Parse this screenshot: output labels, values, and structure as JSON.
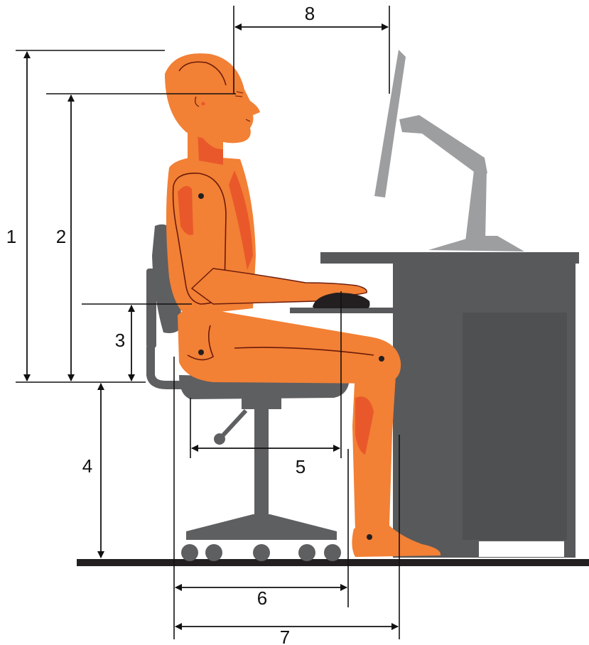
{
  "diagram": {
    "labels": {
      "one": "1",
      "two": "2",
      "three": "3",
      "four": "4",
      "five": "5",
      "six": "6",
      "seven": "7",
      "eight": "8"
    },
    "colors": {
      "body": "#f28035",
      "body_shadow": "#e9582a",
      "outline": "#6b1a0a",
      "chair": "#5e5f61",
      "desk": "#58595b",
      "monitor": "#9d9e a0",
      "mouse": "#231f20",
      "floor": "#231f20",
      "dimension_line": "#111111"
    },
    "icons": [
      "arrow-icon"
    ]
  }
}
